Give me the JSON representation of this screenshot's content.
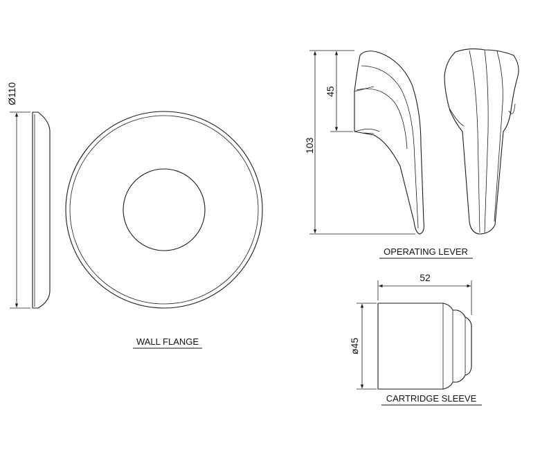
{
  "labels": {
    "wall_flange": "WALL FLANGE",
    "operating_lever": "OPERATING LEVER",
    "cartridge_sleeve": "CARTRIDGE SLEEVE"
  },
  "dimensions": {
    "flange_diameter": "Ø110",
    "lever_height_total": "103",
    "lever_height_upper": "45",
    "sleeve_length": "52",
    "sleeve_diameter": "ø45"
  },
  "colors": {
    "line": "#1a1a1a",
    "background": "#ffffff"
  }
}
